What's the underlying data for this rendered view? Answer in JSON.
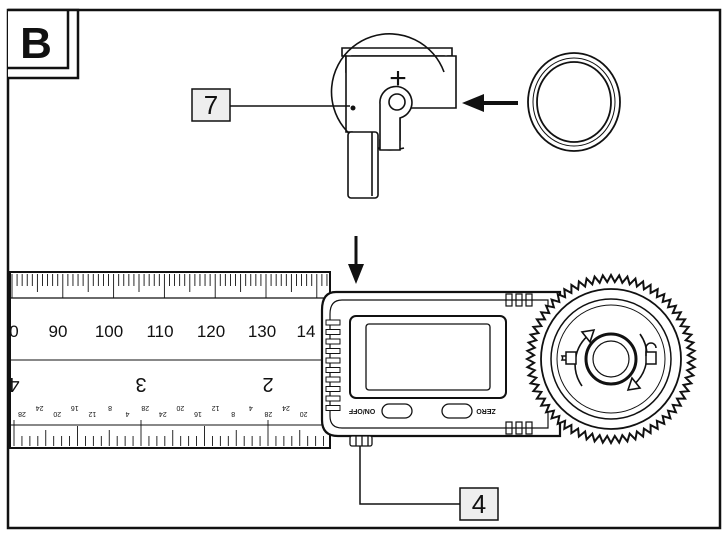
{
  "figure": {
    "panel_letter": "B",
    "callouts": [
      {
        "number": "7",
        "target": "battery-cover"
      },
      {
        "number": "4",
        "target": "battery-compartment-latch"
      }
    ]
  },
  "ruler": {
    "top_scale": [
      "0",
      "90",
      "100",
      "110",
      "120",
      "130",
      "14"
    ],
    "inch_scale": [
      "4",
      "3",
      "2"
    ],
    "small_scale": [
      "28",
      "24",
      "20",
      "16",
      "12",
      "8",
      "4",
      "28",
      "24",
      "20",
      "16",
      "12",
      "8",
      "4",
      "28",
      "24",
      "20"
    ]
  },
  "device": {
    "on_off_label": "ON/OFF",
    "zero_label": "ZERO"
  },
  "colors": {
    "line": "#111111",
    "background": "#ffffff",
    "callout_fill": "#eeeeee"
  }
}
